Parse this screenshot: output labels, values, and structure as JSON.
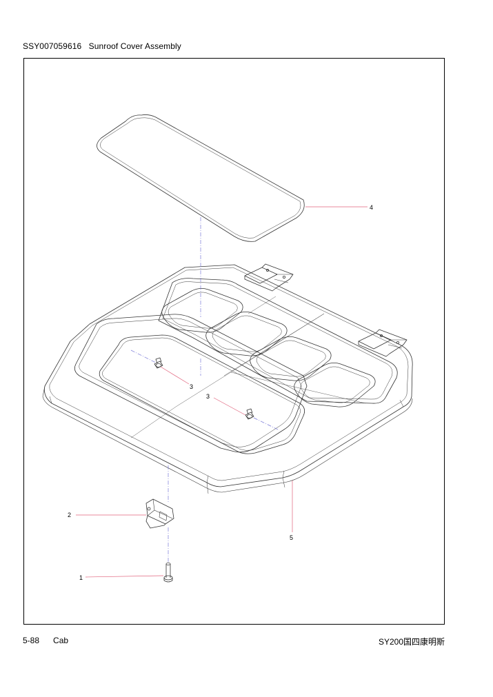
{
  "header": {
    "part_number": "SSY007059616",
    "title": "Sunroof Cover Assembly"
  },
  "footer": {
    "page": "5-88",
    "section": "Cab",
    "model": "SY200国四康明斯"
  },
  "callouts": [
    {
      "id": "callout-1",
      "label": "1"
    },
    {
      "id": "callout-2",
      "label": "2"
    },
    {
      "id": "callout-3a",
      "label": "3"
    },
    {
      "id": "callout-3b",
      "label": "3"
    },
    {
      "id": "callout-4",
      "label": "4"
    },
    {
      "id": "callout-5",
      "label": "5"
    }
  ],
  "colors": {
    "leader_line": "#e0607a",
    "center_line": "#7a7ad8",
    "outline": "#333333"
  }
}
